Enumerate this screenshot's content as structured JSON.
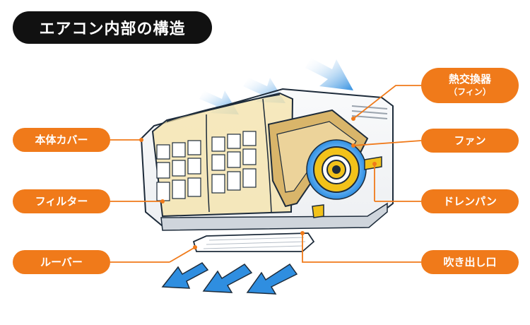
{
  "title": "エアコン内部の構造",
  "labels": {
    "cover": "本体カバー",
    "filter": "フィルター",
    "louver": "ルーバー",
    "heat_exchanger": "熱交換器",
    "heat_exchanger_sub": "（フィン）",
    "fan": "ファン",
    "drain_pan": "ドレンパン",
    "outlet": "吹き出し口"
  },
  "colors": {
    "accent": "#f07a1a",
    "title_bg": "#111111",
    "airflow": "#2f8ee0",
    "filter_fill": "#f6e3a8",
    "fan_yellow": "#f2c21a"
  }
}
